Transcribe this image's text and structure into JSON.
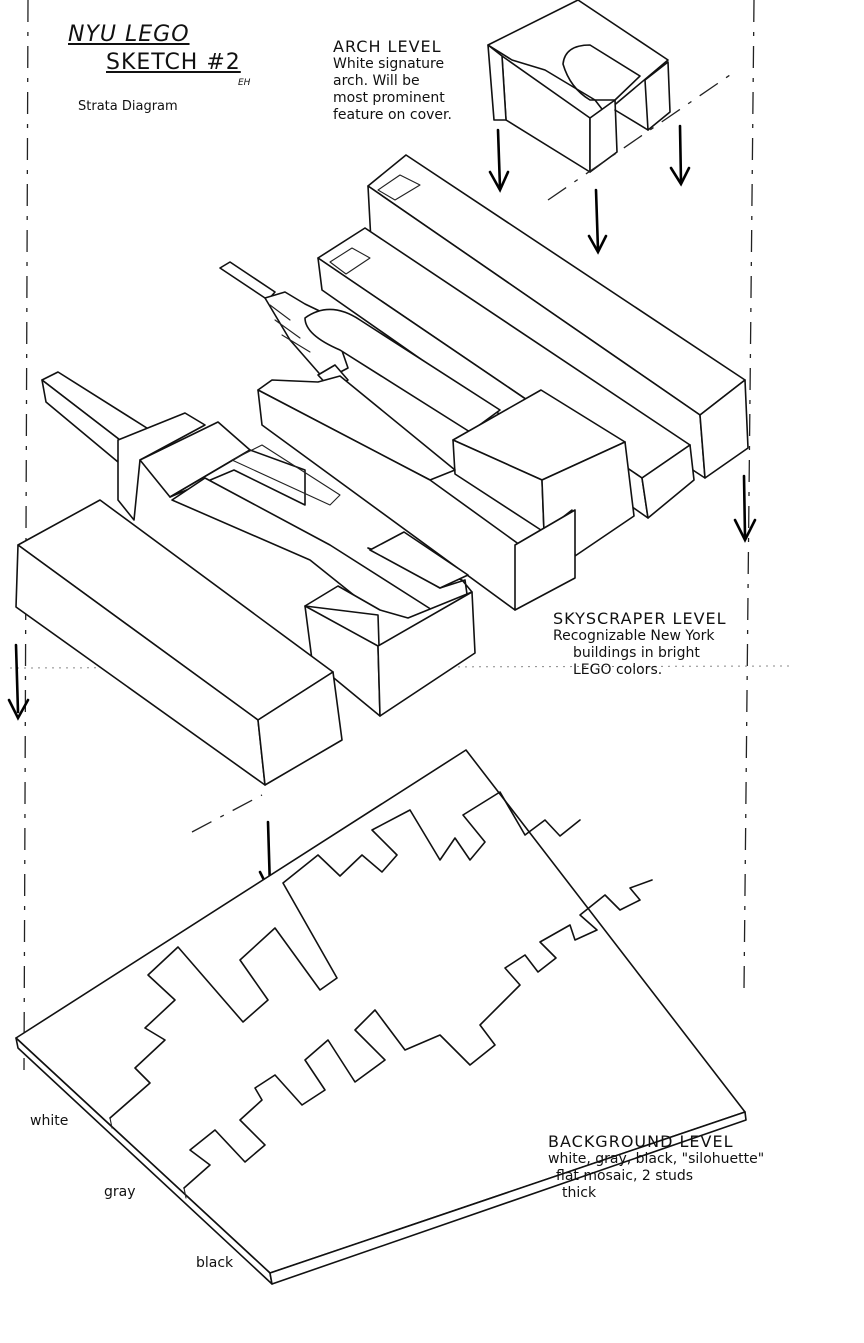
{
  "title": {
    "line1": "NYU LEGO",
    "line2": "SKETCH #2",
    "initials": "EH",
    "subtitle": "Strata Diagram"
  },
  "levels": [
    {
      "id": "arch",
      "heading": "ARCH LEVEL",
      "body": [
        "White signature",
        "arch. Will be",
        "most prominent",
        "feature on cover."
      ]
    },
    {
      "id": "skyscraper",
      "heading": "SKYSCRAPER LEVEL",
      "body": [
        "Recognizable New York",
        "buildings in bright",
        "LEGO colors."
      ]
    },
    {
      "id": "background",
      "heading": "BACKGROUND LEVEL",
      "body": [
        "white, gray, black, \"silohuette\"",
        "flat mosaic, 2 studs",
        "thick"
      ]
    }
  ],
  "layer_labels": [
    "white",
    "gray",
    "black"
  ],
  "arrows": {
    "direction": "down",
    "count": 6
  },
  "colors": {
    "ink": "#111111",
    "paper": "#ffffff"
  }
}
